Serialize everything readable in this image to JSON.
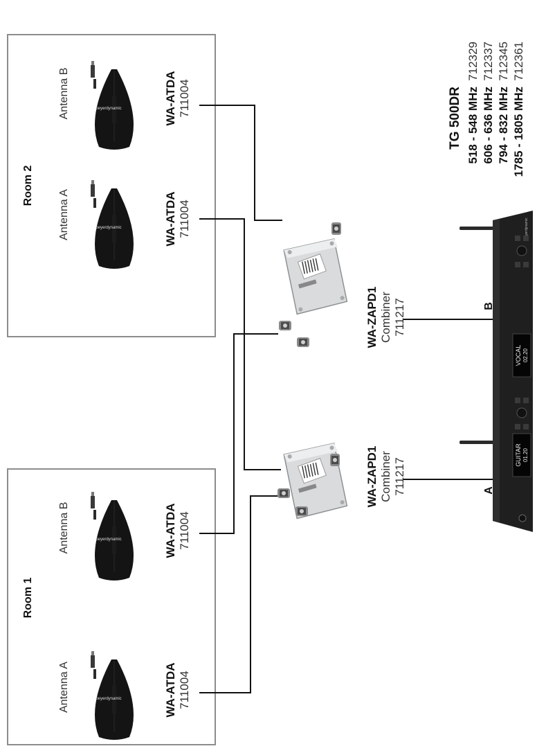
{
  "receiver_spec": {
    "model": "TG 500DR",
    "bands": [
      {
        "range": "518 - 548 MHz",
        "code": "712329"
      },
      {
        "range": "606 - 636 MHz",
        "code": "712337"
      },
      {
        "range": "794 - 832 MHz",
        "code": "712345"
      },
      {
        "range": "1785 - 1805 MHz",
        "code": "712361"
      }
    ]
  },
  "rooms": [
    {
      "name": "Room 2",
      "antennas": [
        {
          "label": "Antenna B",
          "model": "WA-ATDA",
          "code": "711004",
          "brand": "beyerdynamic"
        },
        {
          "label": "Antenna A",
          "model": "WA-ATDA",
          "code": "711004",
          "brand": "beyerdynamic"
        }
      ]
    },
    {
      "name": "Room 1",
      "antennas": [
        {
          "label": "Antenna B",
          "model": "WA-ATDA",
          "code": "711004",
          "brand": "beyerdynamic"
        },
        {
          "label": "Antenna A",
          "model": "WA-ATDA",
          "code": "711004",
          "brand": "beyerdynamic"
        }
      ]
    }
  ],
  "combiners": [
    {
      "model": "WA-ZAPD1",
      "type": "Combiner",
      "code": "711217",
      "port": "B"
    },
    {
      "model": "WA-ZAPD1",
      "type": "Combiner",
      "code": "711217",
      "port": "A"
    }
  ],
  "receiver": {
    "brand": "beyerdynamic",
    "displays": [
      {
        "line1": "VOCAL",
        "line2": "02.20"
      },
      {
        "line1": "GUITAR",
        "line2": "01.20"
      }
    ]
  }
}
